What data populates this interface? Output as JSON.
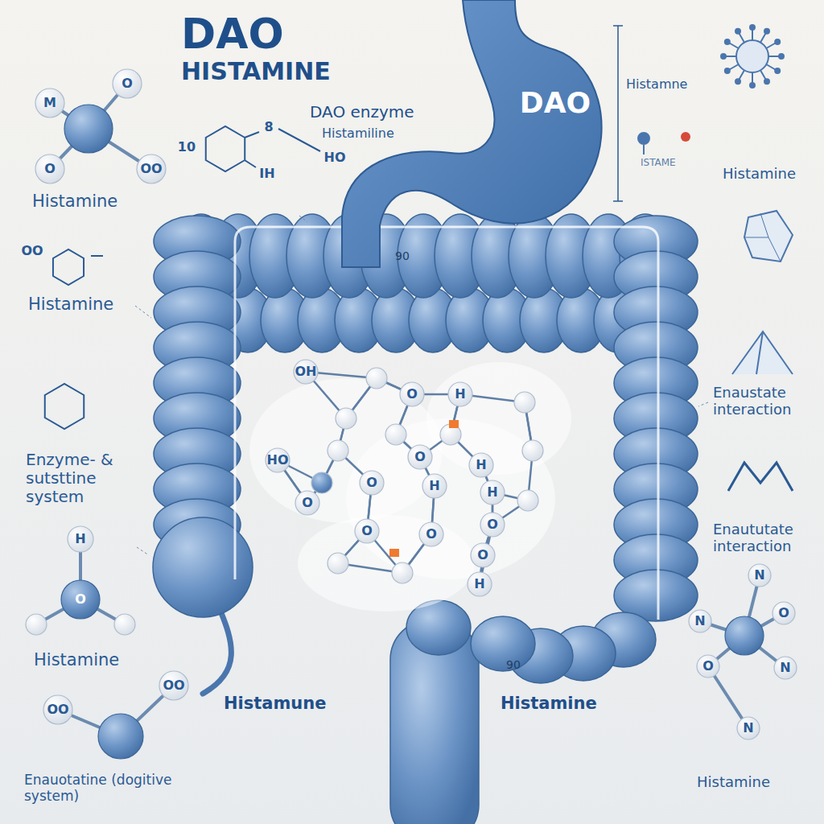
{
  "diagram": {
    "title": "DAO",
    "labels": [
      "HISTAMINE",
      "DAO enzyme",
      "Histamiline",
      "DAO",
      "Histamne",
      "ISTAME",
      "Histamine",
      "Histamine",
      "Histamine",
      "Enzyme- & sutsttine system",
      "Histamine",
      "Enauotatine (dogitive system)",
      "Histamune",
      "Histamine",
      "Histamine",
      "Enaustate interaction",
      "Enaututate interaction",
      "90",
      "90",
      "M",
      "O",
      "O",
      "OO",
      "10",
      "8",
      "IH",
      "HO",
      "OO",
      "H",
      "O",
      "OO",
      "OO",
      "N",
      "O",
      "N",
      "O",
      "N",
      "N",
      "OH",
      "O",
      "H",
      "HO",
      "O",
      "H",
      "H",
      "O",
      "O",
      "H",
      "O",
      "O",
      "O",
      "O",
      "H"
    ]
  }
}
